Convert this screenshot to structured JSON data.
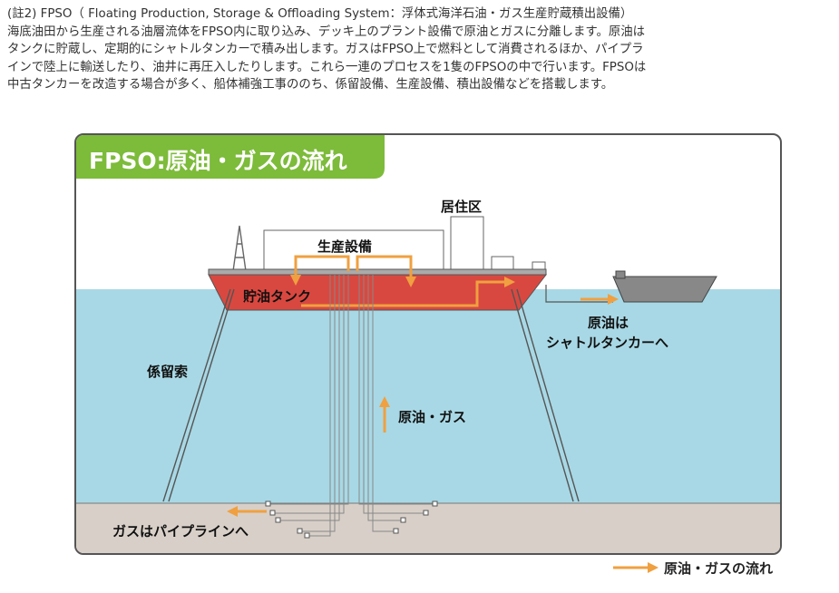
{
  "note": {
    "lines": [
      "(註2) FPSO（ Floating Production, Storage & Offloading System：浮体式海洋石油・ガス生産貯蔵積出設備）",
      "海底油田から生産される油層流体をFPSO内に取り込み、デッキ上のプラント設備で原油とガスに分離します。原油は",
      "タンクに貯蔵し、定期的にシャトルタンカーで積み出します。ガスはFPSO上で燃料として消費されるほか、パイプラ",
      "インで陸上に輸送したり、油井に再圧入したりします。これら一連のプロセスを1隻のFPSOの中で行います。FPSOは",
      "中古タンカーを改造する場合が多く、船体補強工事ののち、係留設備、生産設備、積出設備などを搭載します。"
    ]
  },
  "diagram": {
    "title": "FPSO:原油・ガスの流れ",
    "labels": {
      "living_quarters": "居住区",
      "production_facility": "生産設備",
      "storage_tank": "貯油タンク",
      "oil_to_shuttle_line1": "原油は",
      "oil_to_shuttle_line2": "シャトルタンカーへ",
      "mooring": "係留索",
      "oil_gas_up": "原油・ガス",
      "gas_to_pipeline": "ガスはパイプラインへ"
    },
    "colors": {
      "sea": "#a8d8e5",
      "seabed": "#d8d0c8",
      "hull": "#d94840",
      "flow_arrow": "#f0a040",
      "title_bg": "#7dbb3a",
      "tanker": "#888888"
    }
  },
  "legend": {
    "text": "原油・ガスの流れ"
  }
}
